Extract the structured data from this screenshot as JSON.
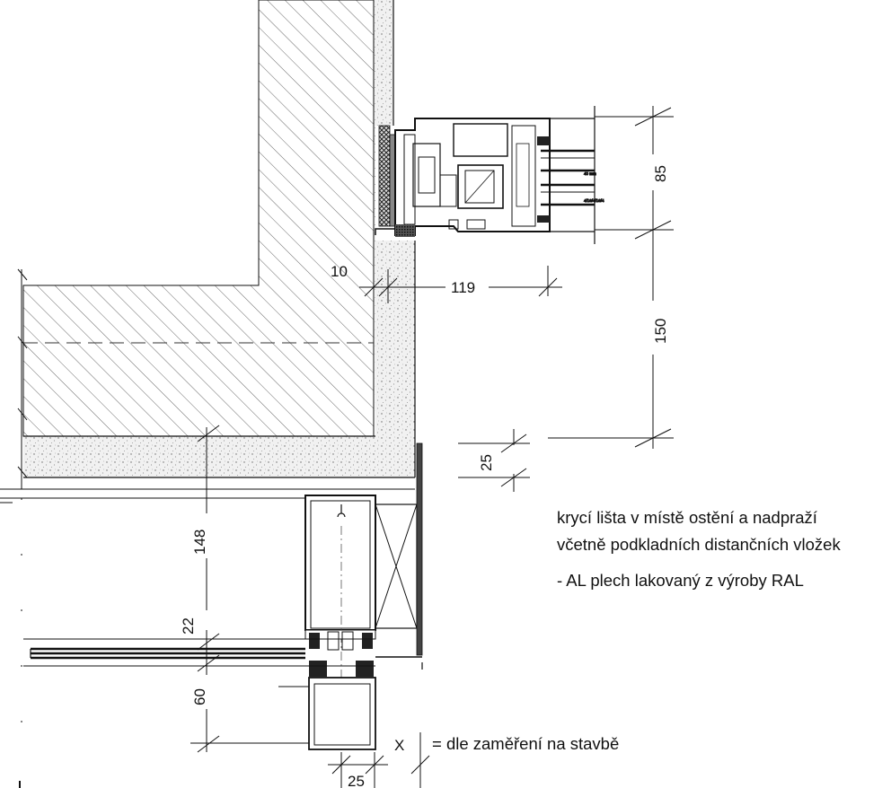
{
  "dimensions": {
    "d85": "85",
    "d150": "150",
    "d25_right": "25",
    "d10": "10",
    "d119": "119",
    "d148": "148",
    "d22": "22",
    "d60": "60",
    "d25_bottom": "25",
    "dx": "X"
  },
  "notes": {
    "line1": "krycí lišta v místě ostění a nadpraží",
    "line2": "včetně podkladních distančních vložek",
    "line3": "- AL plech lakovaný z výroby RAL",
    "x_legend": "= dle zaměření na stavbě"
  },
  "glazing_tags": {
    "t1": "40 mm",
    "t2": "4/16/4/16/4"
  }
}
